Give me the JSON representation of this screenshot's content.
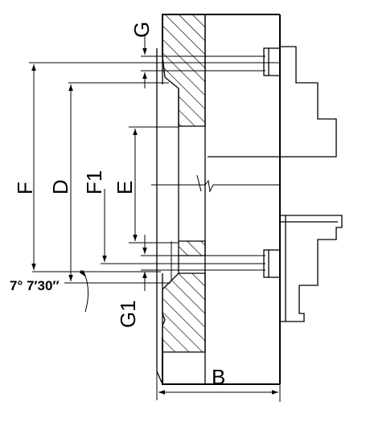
{
  "labels": {
    "g": "G",
    "f": "F",
    "d": "D",
    "f1": "F1",
    "e": "E",
    "g1": "G1",
    "b": "B",
    "angle": "7° 7′30′′"
  }
}
